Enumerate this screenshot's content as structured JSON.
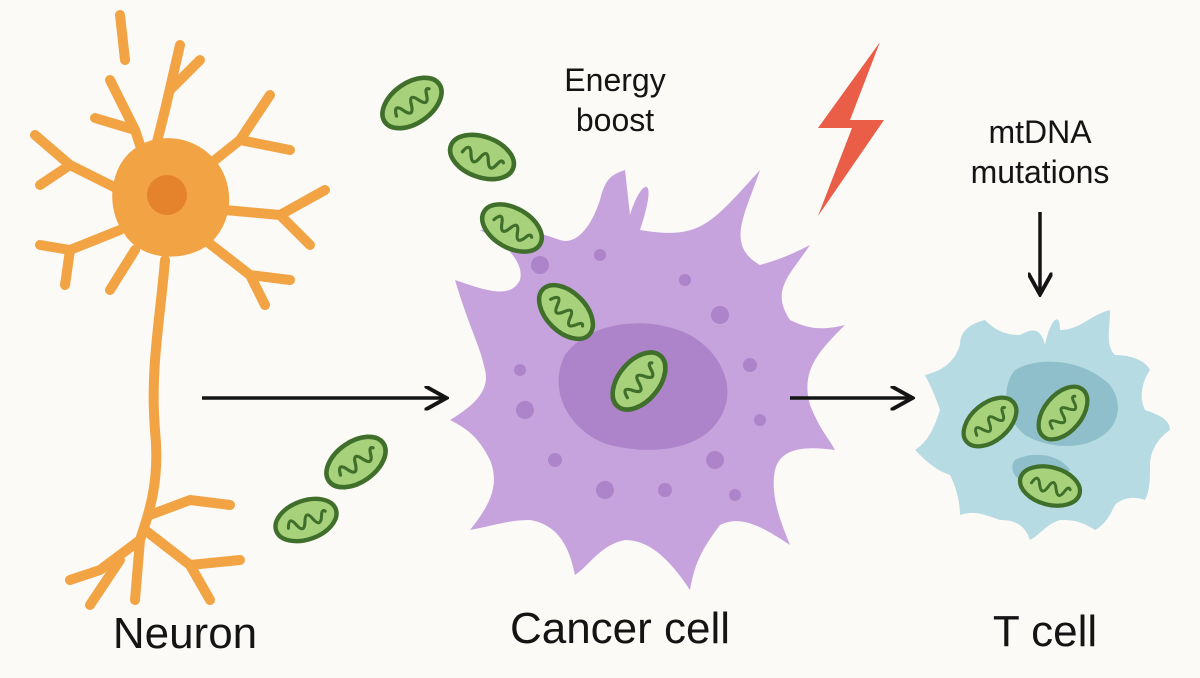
{
  "labels": {
    "neuron": "Neuron",
    "cancer_cell": "Cancer cell",
    "t_cell": "T cell",
    "energy_line1": "Energy",
    "energy_line2": "boost",
    "mtdna_line1": "mtDNA",
    "mtdna_line2": "mutations"
  },
  "icons": {
    "lightning": "lightning-bolt-icon",
    "mitochondrion": "mitochondrion-icon"
  },
  "colors": {
    "background": "#fbfaf7",
    "neuron": "#f2a445",
    "neuron_nucleus": "#e5832c",
    "cancer_cell": "#c6a3dc",
    "cancer_nucleus": "#ad84c9",
    "t_cell": "#b7dbe3",
    "t_cell_nucleus": "#8fbfca",
    "mitochondrion_fill": "#a8d17b",
    "mitochondrion_outline": "#3f6f2a",
    "lightning": "#ea5d47",
    "arrow": "#141414"
  }
}
